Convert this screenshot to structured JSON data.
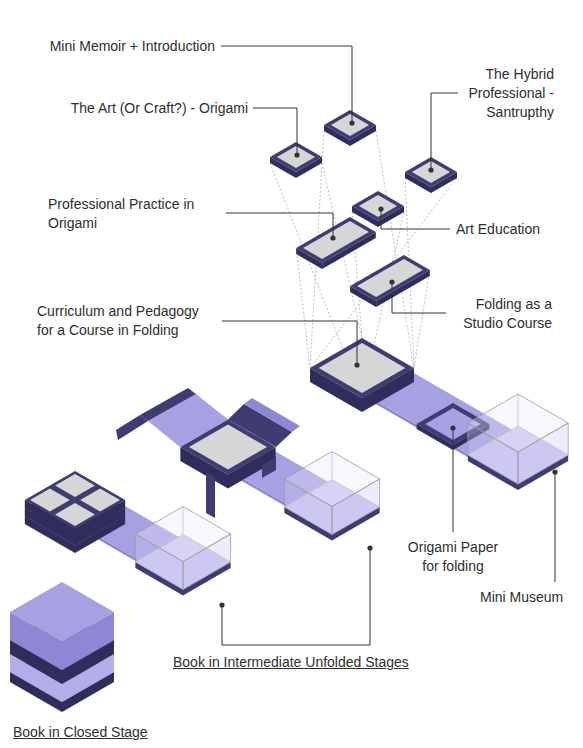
{
  "diagram": {
    "labels": [
      "Mini Memoir + Introduction",
      "The Art (Or Craft?) - Origami",
      "The Hybrid Professional - Santrupthy",
      "Professional Practice in Origami",
      "Art Education",
      "Folding as a Studio Course",
      "Curriculum and Pedagogy for a Course in Folding",
      "Origami Paper for folding",
      "Mini Museum",
      "Book in Intermediate Unfolded Stages",
      "Book in Closed Stage"
    ]
  }
}
